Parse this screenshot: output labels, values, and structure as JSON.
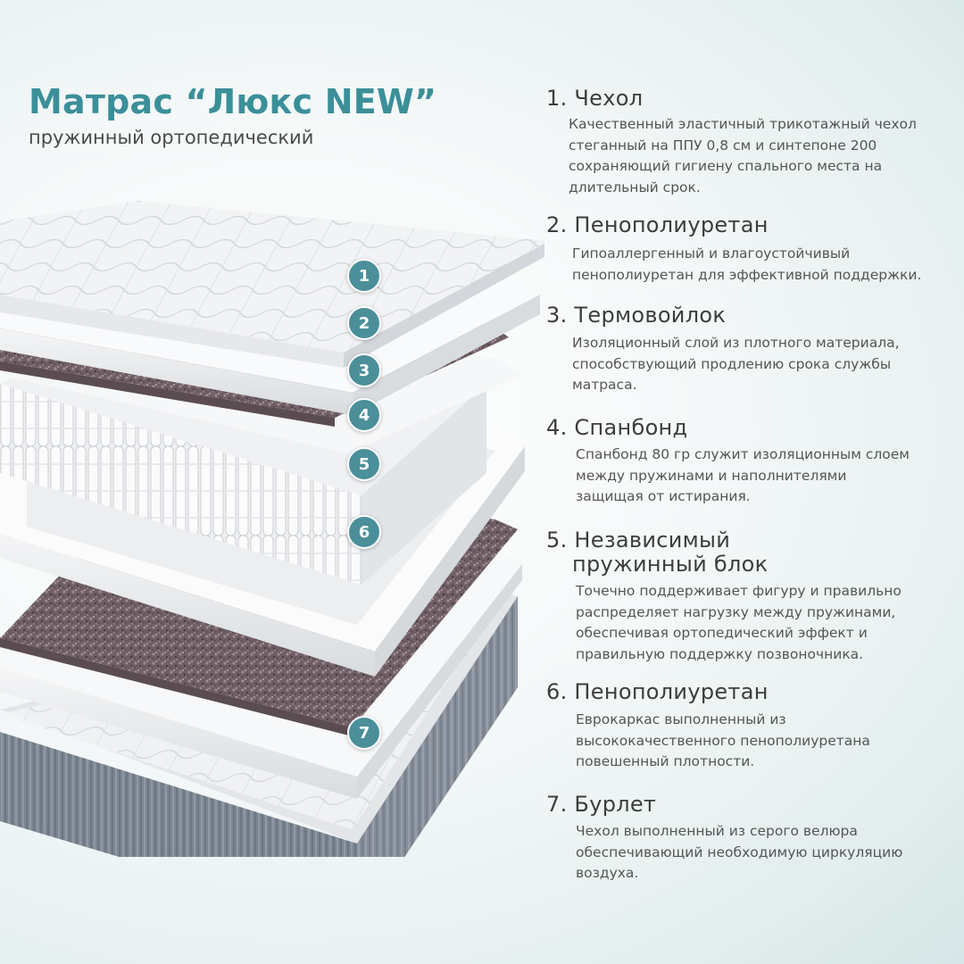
{
  "header": {
    "title": "Матрас “Люкс NEW”",
    "subtitle": "пружинный ортопедический"
  },
  "badges": [
    "1",
    "2",
    "3",
    "4",
    "5",
    "6",
    "7"
  ],
  "label_tag": "X2",
  "layers": [
    {
      "title": [
        "1. Чехол"
      ],
      "description": [
        "Качественный эластичный трикотажный чехол",
        "стеганный на ППУ 0,8 см и синтепоне 200",
        "сохраняющий гигиену спального места на",
        "длительный срок."
      ]
    },
    {
      "title": [
        "2. Пенополиуретан"
      ],
      "description": [
        "Гипоаллергенный и влагоустойчивый",
        "пенополиуретан для эффективной поддержки."
      ]
    },
    {
      "title": [
        "3. Термовойлок"
      ],
      "description": [
        "Изоляционный слой из плотного материала,",
        "способствующий продлению срока службы",
        "матраса."
      ]
    },
    {
      "title": [
        "4. Спанбонд"
      ],
      "description": [
        "Спанбонд 80 гр служит изоляционным слоем",
        "между пружинами и наполнителями",
        "защищая от истирания."
      ]
    },
    {
      "title": [
        "5. Независимый",
        "пружинный блок"
      ],
      "description": [
        "Точечно поддерживает фигуру и правильно",
        "распределяет нагрузку между пружинами,",
        "обеспечивая ортопедический эффект и",
        "правильную поддержку позвоночника."
      ]
    },
    {
      "title": [
        "6. Пенополиуретан"
      ],
      "description": [
        "Еврокаркас выполненный из",
        "высококачественного пенополиуретана",
        "повешенный плотности."
      ]
    },
    {
      "title": [
        "7. Бурлет"
      ],
      "description": [
        "Чехол выполненный из серого велюра",
        "обеспечивающий необходимую циркуляцию",
        "воздуха."
      ]
    }
  ],
  "colors": {
    "accent": "#3b8f99",
    "badge": "#4a8f9a",
    "text": "#3d3d3d",
    "felt": "#7d6a70",
    "border_fabric": "#7c8592"
  }
}
